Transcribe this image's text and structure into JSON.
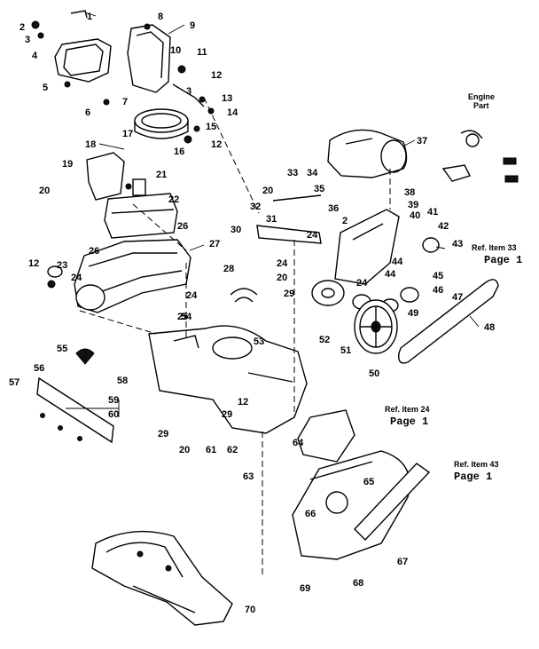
{
  "callouts": [
    "1",
    "2",
    "3",
    "4",
    "5",
    "6",
    "7",
    "8",
    "9",
    "10",
    "11",
    "12",
    "3",
    "13",
    "14",
    "15",
    "16",
    "17",
    "12",
    "18",
    "19",
    "20",
    "21",
    "22",
    "26",
    "27",
    "28",
    "26",
    "23",
    "12",
    "24",
    "24",
    "25",
    "54",
    "53",
    "55",
    "56",
    "57",
    "58",
    "59",
    "60",
    "29",
    "20",
    "12",
    "29",
    "61",
    "62",
    "63",
    "37",
    "33",
    "34",
    "35",
    "20",
    "32",
    "36",
    "31",
    "2",
    "30",
    "24",
    "24",
    "20",
    "29",
    "38",
    "39",
    "40",
    "41",
    "42",
    "43",
    "44",
    "44",
    "24",
    "45",
    "46",
    "47",
    "49",
    "48",
    "52",
    "51",
    "50",
    "64",
    "65",
    "66",
    "67",
    "68",
    "69",
    "70"
  ],
  "engine_part_label": "Engine Part",
  "refs": [
    {
      "item": "Ref. Item 33",
      "page": "Page 1"
    },
    {
      "item": "Ref. Item 24",
      "page": "Page 1"
    },
    {
      "item": "Ref. Item 43",
      "page": "Page 1"
    }
  ]
}
